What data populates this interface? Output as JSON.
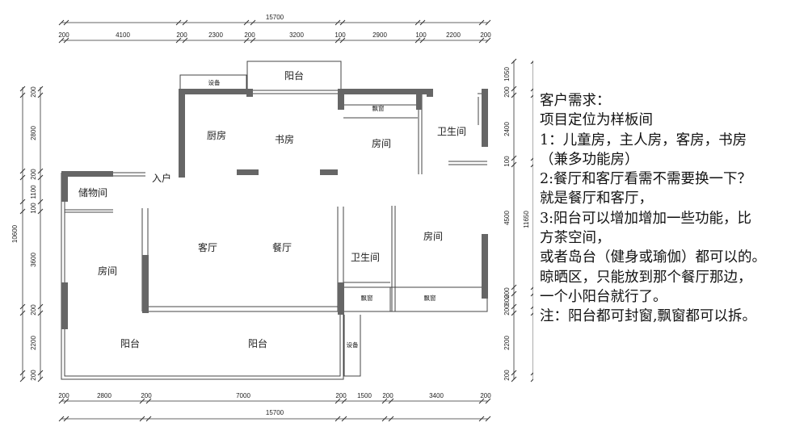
{
  "dimensions": {
    "top_total": "15700",
    "top": [
      "200",
      "4100",
      "200",
      "2300",
      "200",
      "3200",
      "100",
      "2900",
      "100",
      "2200",
      "200"
    ],
    "bottom_total": "15700",
    "bottom": [
      "200",
      "2800",
      "200",
      "7000",
      "200",
      "1500",
      "200",
      "3400",
      "200"
    ],
    "left_total": "10600",
    "left": [
      "200",
      "2800",
      "200",
      "1100",
      "100",
      "3600",
      "200",
      "2200",
      "200"
    ],
    "right_total": "11650",
    "right": [
      "200",
      "1050",
      "2400",
      "100",
      "4500",
      "200",
      "800",
      "200",
      "2200",
      "200"
    ]
  },
  "rooms": {
    "balcony_top": "阳台",
    "equipment_top": "设备",
    "kitchen": "厨房",
    "study": "书房",
    "bay_window_top": "飘窗",
    "room_ne": "房间",
    "bathroom_ne": "卫生间",
    "entrance": "入户",
    "storage": "储物间",
    "living_room": "客厅",
    "dining_room": "餐厅",
    "bathroom_mid": "卫生间",
    "room_east": "房间",
    "room_west": "房间",
    "bay_window_mid": "飘窗",
    "bay_window_east": "飘窗",
    "balcony_sw": "阳台",
    "balcony_s": "阳台",
    "equipment_bottom": "设备"
  },
  "notes": [
    "客户需求：",
    "项目定位为样板间",
    "1：儿童房，主人房，客房，书房",
    "（兼多功能房）",
    "2:餐厅和客厅看需不需要换一下？",
    "就是餐厅和客厅，",
    "3:阳台可以增加增加一些功能，比",
    "方茶空间，",
    "或者岛台（健身或瑜伽）都可以的。",
    "晾晒区，只能放到那个餐厅那边，",
    "一个小阳台就行了。",
    "注：阳台都可封窗,飘窗都可以拆。"
  ]
}
